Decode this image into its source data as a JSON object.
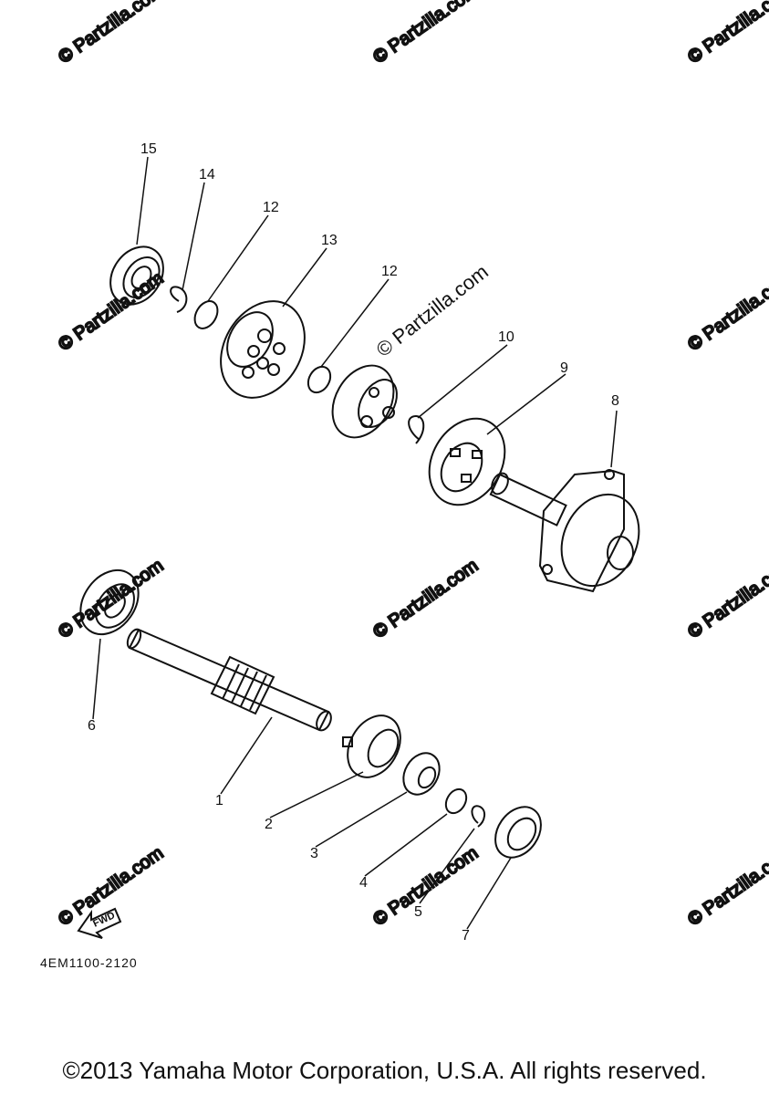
{
  "diagram": {
    "part_code": "4EM1100-2120",
    "fwd_label": "FWD",
    "center_watermark": "© Partzilla.com",
    "watermark_text": "© Partzilla.com",
    "callouts": [
      "1",
      "2",
      "3",
      "4",
      "5",
      "6",
      "7",
      "8",
      "9",
      "10",
      "12",
      "12",
      "13",
      "14",
      "15"
    ]
  },
  "footer": {
    "copyright": "©2013 Yamaha Motor Corporation, U.S.A. All rights reserved."
  }
}
